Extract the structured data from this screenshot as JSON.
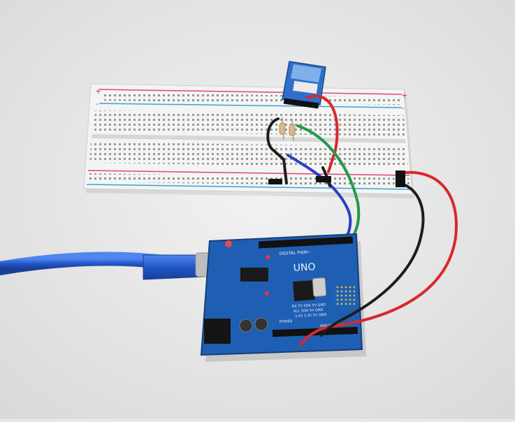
{
  "photo": {
    "background_color": "#e9e9e9",
    "breadboard": {
      "rail_plus": "+",
      "rail_minus": "-",
      "rail_red_color": "#e0457a",
      "rail_blue_color": "#3aa3d8"
    },
    "bluetooth_module": {
      "color": "#2f6fc9"
    },
    "arduino": {
      "board_label": "UNO",
      "digital_label": "DIGITAL PWM~",
      "analog_label": "ANALOG IN",
      "power_label": "POWER",
      "pin_labels_row1": "RX  TX  SDA  5V  GND",
      "pin_labels_row2": "SCL  SDA  5V  GND",
      "pin_labels_row3": "3.3V 3.3V 5V GND",
      "board_color": "#1f5fb3"
    },
    "usb_cable": {
      "color": "#2a5fcf"
    },
    "wires": {
      "red": "#d8282c",
      "black": "#1d1d1d",
      "green": "#1f9a4a",
      "blue": "#2a3fc4"
    }
  }
}
